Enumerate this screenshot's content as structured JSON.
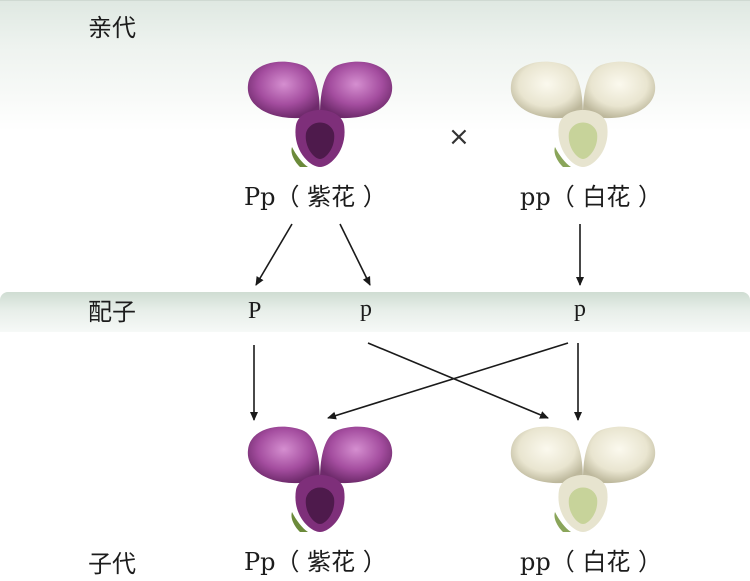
{
  "rows": {
    "parent_label": "亲代",
    "gamete_label": "配子",
    "offspring_label": "子代"
  },
  "parents": {
    "left": {
      "genotype": "Pp",
      "phenotype": "（ 紫花 ）",
      "color": "#9b4a98"
    },
    "cross_symbol": "×",
    "right": {
      "genotype": "pp",
      "phenotype": "（ 白花 ）",
      "color": "#e9e6d4"
    }
  },
  "gametes": {
    "left_1": "P",
    "left_2": "p",
    "right": "p"
  },
  "offspring": {
    "left": {
      "genotype": "Pp",
      "phenotype": "（ 紫花 ）",
      "color": "#9b4a98"
    },
    "right": {
      "genotype": "pp",
      "phenotype": "（ 白花 ）",
      "color": "#e9e6d4"
    }
  }
}
